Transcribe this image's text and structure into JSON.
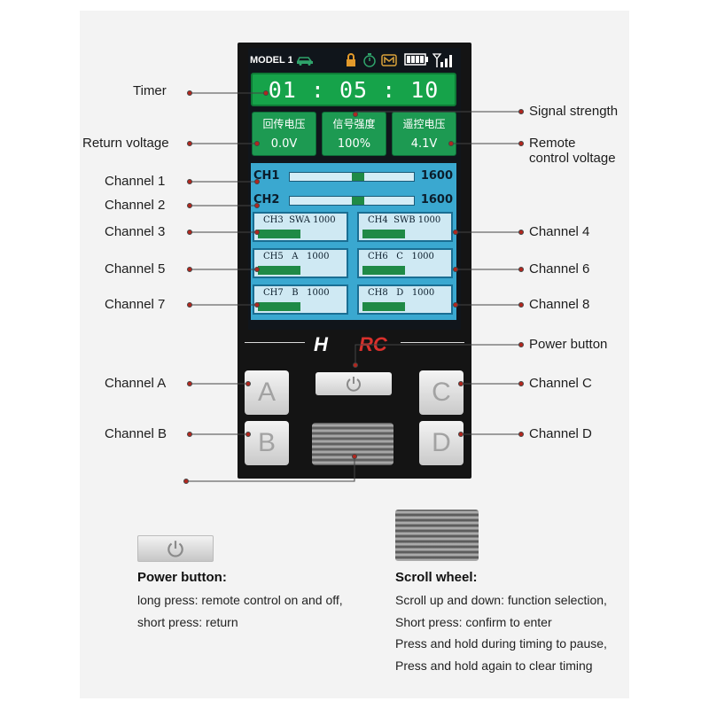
{
  "status_bar": {
    "model": "MODEL 1",
    "icons": [
      "car-icon",
      "lock-icon",
      "stopwatch-icon",
      "m-mode-icon",
      "battery-icon",
      "signal-icon"
    ]
  },
  "screen": {
    "timer": "01 : 05 : 10",
    "voltages": [
      {
        "label": "回传电压",
        "value": "0.0V"
      },
      {
        "label": "信号强度",
        "value": "100%"
      },
      {
        "label": "遥控电压",
        "value": "4.1V"
      }
    ],
    "main_channels": [
      {
        "name": "CH1",
        "value": "1600",
        "level": 0.6
      },
      {
        "name": "CH2",
        "value": "1600",
        "level": 0.6
      }
    ],
    "sub_channels": [
      {
        "text": "CH3  SWA 1000",
        "level": 0.5
      },
      {
        "text": "CH4  SWB 1000",
        "level": 0.5
      },
      {
        "text": "CH5   A   1000",
        "level": 0.5
      },
      {
        "text": "CH6   C   1000",
        "level": 0.5
      },
      {
        "text": "CH7   B   1000",
        "level": 0.5
      },
      {
        "text": "CH8   D   1000",
        "level": 0.5
      }
    ]
  },
  "brand": {
    "h": "H",
    "rc": "RC"
  },
  "keys": {
    "a": "A",
    "b": "B",
    "c": "C",
    "d": "D"
  },
  "callouts": {
    "timer": "Timer",
    "return_voltage": "Return voltage",
    "channel_1": "Channel 1",
    "channel_2": "Channel 2",
    "channel_3": "Channel 3",
    "channel_5": "Channel 5",
    "channel_7": "Channel 7",
    "channel_a": "Channel A",
    "channel_b": "Channel B",
    "signal_strength": "Signal strength",
    "remote_voltage_1": "Remote",
    "remote_voltage_2": "control voltage",
    "channel_4": "Channel 4",
    "channel_6": "Channel 6",
    "channel_8": "Channel 8",
    "power_button": "Power button",
    "channel_c": "Channel C",
    "channel_d": "Channel D"
  },
  "legend": {
    "power": {
      "title": "Power button:",
      "lines": [
        "long press: remote control on and off,",
        "short press: return"
      ]
    },
    "wheel": {
      "title": "Scroll wheel:",
      "lines": [
        "Scroll up and down: function selection,",
        "Short press: confirm to enter",
        "Press and hold during timing to pause,",
        "Press and hold again to clear timing"
      ]
    }
  },
  "colors": {
    "screen_green": "#16a34a",
    "channel_panel": "#3aa8d0",
    "fill_green": "#1f8a46",
    "callout_dot": "#b3261e",
    "brand_red": "#d9302c"
  }
}
